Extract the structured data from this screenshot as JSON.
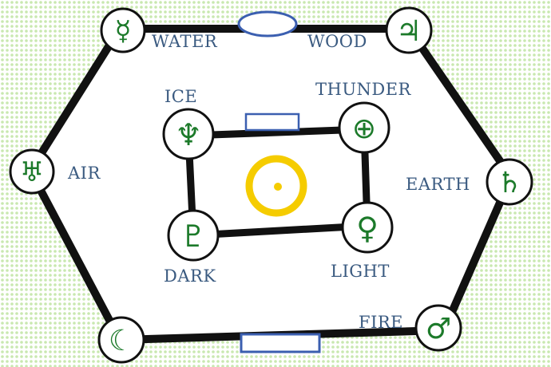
{
  "colors": {
    "background_dots": "#c9e8b0",
    "connector": "#111111",
    "node_fill": "#ffffff",
    "node_stroke": "#111111",
    "symbol": "#1c7a2a",
    "label": "#3a5a80",
    "link_box": "#3b5fb0",
    "sun": "#f5cc00"
  },
  "labels": {
    "water": "WATER",
    "wood": "WOOD",
    "air": "AIR",
    "earth": "EARTH",
    "fire": "FIRE",
    "ice": "ICE",
    "thunder": "THUNDER",
    "dark": "DARK",
    "light": "LIGHT"
  },
  "symbols": {
    "water": "☿",
    "wood": "♃",
    "air": "♅",
    "earth": "♄",
    "moon": "☾",
    "fire": "♂",
    "ice": "♆",
    "thunder": "⊕",
    "dark": "♇",
    "light": "♀"
  },
  "icons": {
    "sun": "sun-icon",
    "water": "mercury-icon",
    "wood": "jupiter-icon",
    "air": "uranus-icon",
    "earth": "saturn-icon",
    "moon": "moon-icon",
    "fire": "mars-icon",
    "ice": "neptune-icon",
    "thunder": "earth-icon",
    "dark": "pluto-icon",
    "light": "venus-icon"
  }
}
